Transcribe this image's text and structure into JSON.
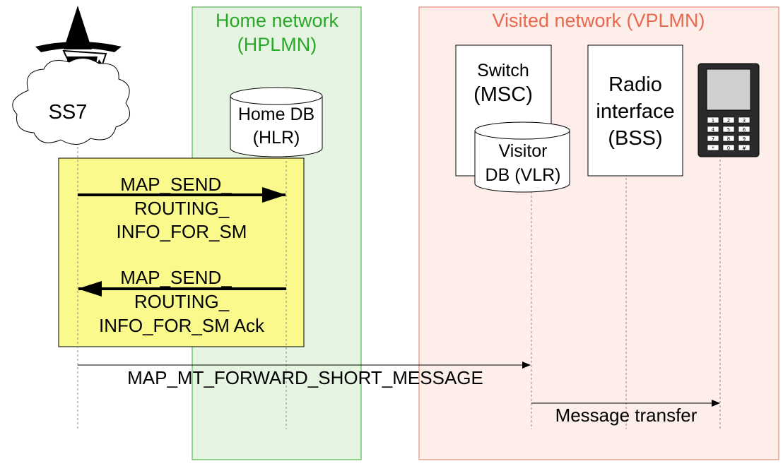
{
  "zones": {
    "home": {
      "line1": "Home network",
      "line2": "(HPLMN)"
    },
    "visited": {
      "line1": "Visited network (VPLMN)"
    }
  },
  "nodes": {
    "ss7": {
      "label": "SS7"
    },
    "hlr": {
      "line1": "Home DB",
      "line2": "(HLR)"
    },
    "msc": {
      "line1": "Switch",
      "line2": "(MSC)"
    },
    "vlr": {
      "line1": "Visitor",
      "line2": "DB (VLR)"
    },
    "bss": {
      "line1": "Radio",
      "line2": "interface",
      "line3": "(BSS)"
    },
    "phone": {
      "keys": [
        "1",
        "2",
        "3",
        "4",
        "5",
        "6",
        "7",
        "8",
        "9",
        "*",
        "0",
        "#"
      ]
    }
  },
  "messages": {
    "sri_request": {
      "line1": "MAP_SEND_",
      "line2": "ROUTING_",
      "line3": "INFO_FOR_SM"
    },
    "sri_ack": {
      "line1": "MAP_SEND_",
      "line2": "ROUTING_",
      "line3": "INFO_FOR_SM Ack"
    },
    "mt_forward": {
      "label": "MAP_MT_FORWARD_SHORT_MESSAGE"
    },
    "transfer": {
      "label": "Message transfer"
    }
  },
  "colors": {
    "home_zone_fill": "#e6f5e1",
    "home_zone_border": "#3aa83a",
    "home_zone_title": "#2aa82a",
    "visited_zone_fill": "#fdeeea",
    "visited_zone_border": "#e07a66",
    "visited_zone_title": "#e8694f",
    "highlight_fill": "#fafa8c",
    "phone_body": "#2a2a2a",
    "phone_screen": "#d0d0d0"
  }
}
